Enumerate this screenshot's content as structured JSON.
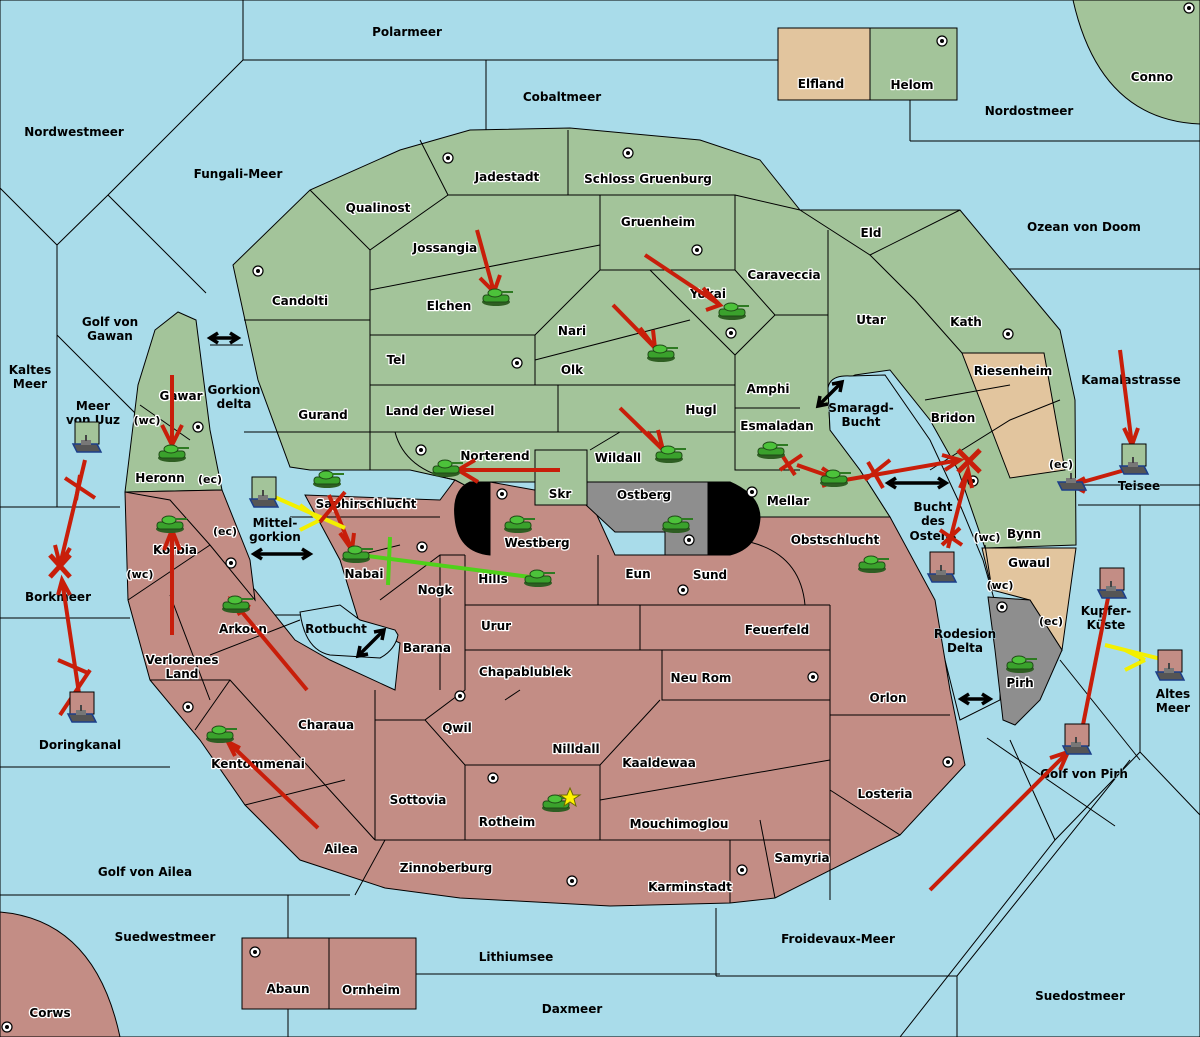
{
  "title": "Diplomacy map",
  "colors": {
    "sea": "#a9dcea",
    "green_power": "#a3c49a",
    "red_power": "#c38d85",
    "neutral_tan": "#e2c59e",
    "grey_power": "#8e8e8e",
    "order_move": "#c81e0a",
    "order_support": "#f3f000",
    "order_convoy": "#4fd11a"
  },
  "labels": {
    "polarmeer": "Polarmeer",
    "nordwestmeer": "Nordwestmeer",
    "fungali": "Fungali-Meer",
    "cobaltmeer": "Cobaltmeer",
    "elfland": "Elfland",
    "helom": "Helom",
    "nordostmeer": "Nordostmeer",
    "conno": "Conno",
    "ozean": "Ozean von Doom",
    "kaltes1": "Kaltes",
    "kaltes2": "Meer",
    "golfgawan1": "Golf von",
    "golfgawan2": "Gawan",
    "meeruuz1": "Meer",
    "meeruuz2": "von Uuz",
    "borkmeer": "Borkmeer",
    "doringkanal": "Doringkanal",
    "golfailea": "Golf von Ailea",
    "suedwestmeer": "Suedwestmeer",
    "corws": "Corws",
    "abaun": "Abaun",
    "ornheim": "Ornheim",
    "lithiumsee": "Lithiumsee",
    "daxmeer": "Daxmeer",
    "froidevaux": "Froidevaux-Meer",
    "suedostmeer": "Suedostmeer",
    "golfpirh": "Golf von Pirh",
    "altes1": "Altes",
    "altes2": "Meer",
    "kupfer1": "Kupfer-",
    "kupfer2": "Küste",
    "teisee": "Teisee",
    "kamala": "Kamalastrasse",
    "rodesion1": "Rodesion",
    "rodesion2": "Delta",
    "bucht1": "Bucht",
    "bucht2": "des",
    "bucht3": "Ostens",
    "smaragd1": "Smaragd-",
    "smaragd2": "Bucht",
    "rotbucht": "Rotbucht",
    "mittel1": "Mittel-",
    "mittel2": "gorkion",
    "gorkion1": "Gorkion",
    "gorkion2": "delta",
    "jadestadt": "Jadestadt",
    "schloss": "Schloss Gruenburg",
    "qualinost": "Qualinost",
    "jossangia": "Jossangia",
    "gruenheim": "Gruenheim",
    "caraveccia": "Caraveccia",
    "eld": "Eld",
    "candolti": "Candolti",
    "elchen": "Elchen",
    "yokai": "Yokai",
    "nari": "Nari",
    "utar": "Utar",
    "kath": "Kath",
    "tel": "Tel",
    "olk": "Olk",
    "amphi": "Amphi",
    "riesenheim": "Riesenheim",
    "gawar": "Gawar",
    "gurand": "Gurand",
    "landwiesel": "Land der Wiesel",
    "hugl": "Hugl",
    "bridon": "Bridon",
    "esmaladan": "Esmaladan",
    "norterend": "Norterend",
    "wildall": "Wildall",
    "heronn": "Heronn",
    "skr": "Skr",
    "ostberg": "Ostberg",
    "mellar": "Mellar",
    "saphir": "Saphirschlucht",
    "westberg": "Westberg",
    "obstschlucht": "Obstschlucht",
    "bynn": "Bynn",
    "korbia": "Korbia",
    "nabai": "Nabai",
    "hills": "Hills",
    "eun": "Eun",
    "sund": "Sund",
    "gwaul": "Gwaul",
    "nogk": "Nogk",
    "urur": "Urur",
    "feuerfeld": "Feuerfeld",
    "arkoon": "Arkoon",
    "barana": "Barana",
    "verlorenes1": "Verlorenes",
    "verlorenes2": "Land",
    "chapa": "Chapablublek",
    "neurom": "Neu Rom",
    "orlon": "Orlon",
    "pirh": "Pirh",
    "charaua": "Charaua",
    "qwil": "Qwil",
    "nilldall": "Nilldall",
    "kaaldewaa": "Kaaldewaa",
    "kentommenai": "Kentommenai",
    "sottovia": "Sottovia",
    "losteria": "Losteria",
    "rotheim": "Rotheim",
    "mouchi": "Mouchimoglou",
    "ailea": "Ailea",
    "samyria": "Samyria",
    "zinnoberburg": "Zinnoberburg",
    "karminstadt": "Karminstadt",
    "wc": "(wc)",
    "ec": "(ec)"
  }
}
